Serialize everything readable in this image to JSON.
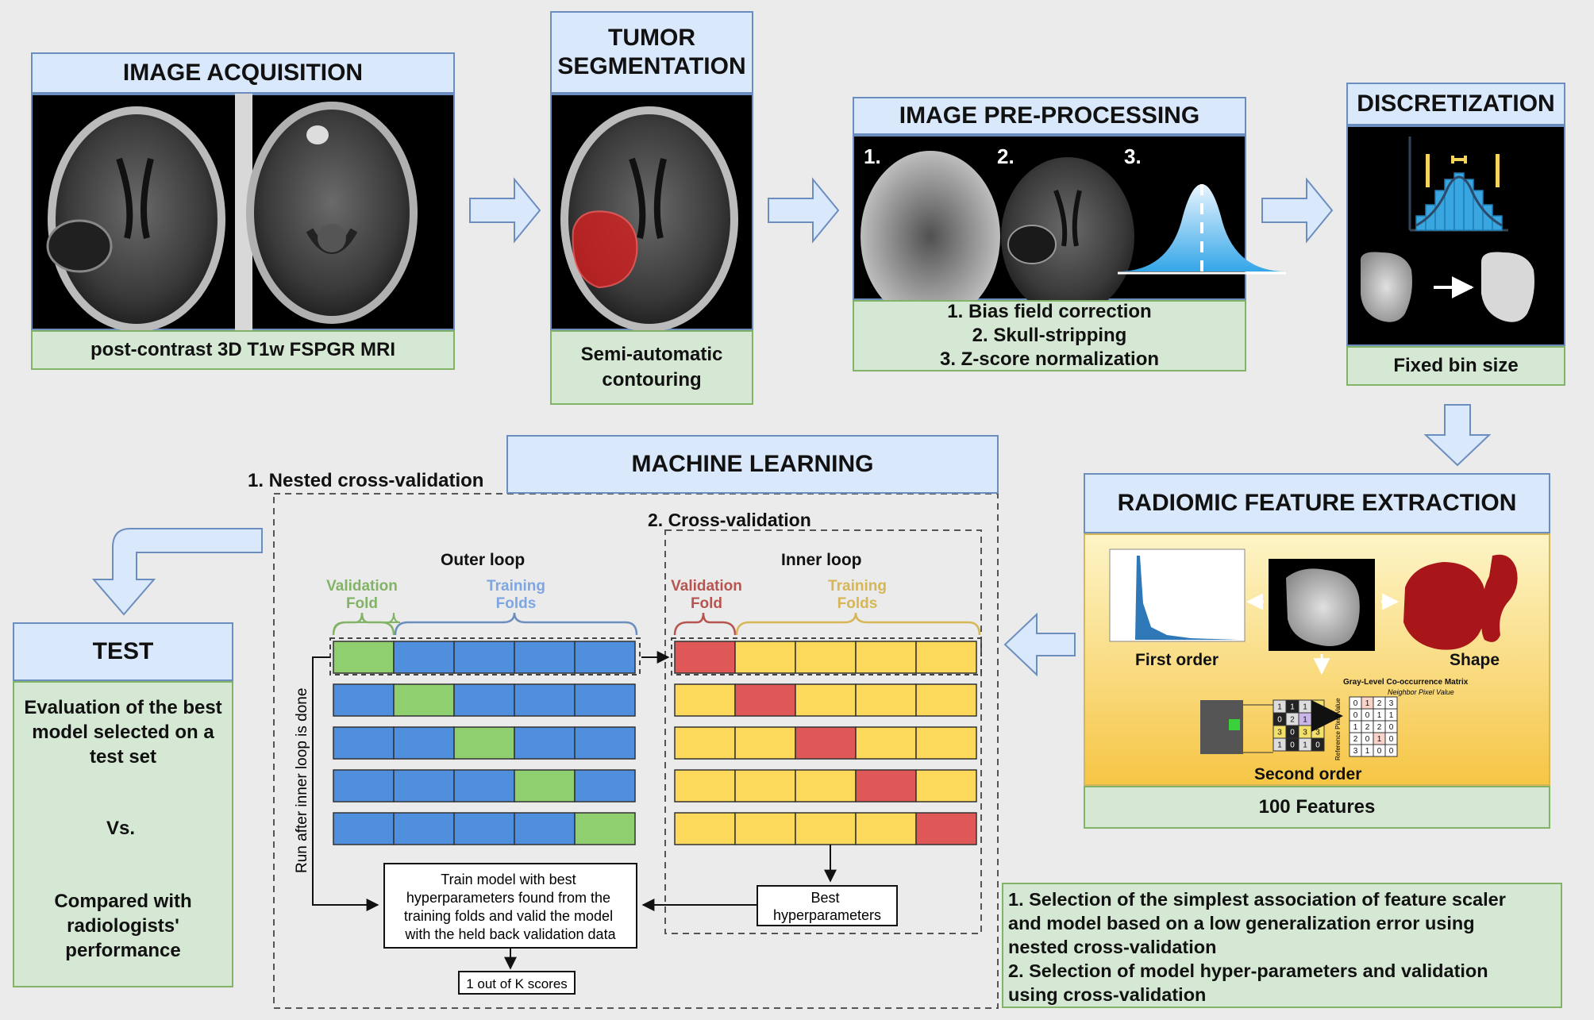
{
  "acquisition": {
    "title": "IMAGE ACQUISITION",
    "caption": "post-contrast 3D T1w FSPGR MRI"
  },
  "segmentation": {
    "title_line1": "TUMOR",
    "title_line2": "SEGMENTATION",
    "caption_line1": "Semi-automatic",
    "caption_line2": "contouring"
  },
  "preprocessing": {
    "title": "IMAGE PRE-PROCESSING",
    "num1": "1.",
    "num2": "2.",
    "num3": "3.",
    "steps": [
      "1. Bias field correction",
      "2. Skull-stripping",
      "3. Z-score normalization"
    ]
  },
  "discretization": {
    "title": "DISCRETIZATION",
    "caption": "Fixed bin size"
  },
  "radiomics": {
    "title": "RADIOMIC FEATURE EXTRACTION",
    "first_order": "First order",
    "shape": "Shape",
    "second_order": "Second order",
    "glcm_title": "Gray-Level Co-occurrence Matrix",
    "neighbor_label": "Neighbor Pixel Value",
    "reference_label": "Reference Pixel Value",
    "caption": "100 Features"
  },
  "ml": {
    "title": "MACHINE LEARNING",
    "nested_label": "1. Nested cross-validation",
    "cv_label": "2. Cross-validation",
    "outer_loop": "Outer loop",
    "inner_loop": "Inner loop",
    "validation_fold_line1": "Validation",
    "validation_fold_line2": "Fold",
    "training_folds_line1": "Training",
    "training_folds_line2": "Folds",
    "run_after": "Run after inner loop is done",
    "train_box": [
      "Train model with best",
      "hyperparameters found from the",
      "training folds and valid the model",
      "with the held back validation data"
    ],
    "best_hyper_line1": "Best",
    "best_hyper_line2": "hyperparameters",
    "k_scores": "1 out of K scores",
    "notes": [
      "1. Selection of the simplest association of feature scaler",
      "and model based on a low generalization error using",
      "nested cross-validation",
      "2. Selection of model hyper-parameters and validation",
      "using cross-validation"
    ]
  },
  "test": {
    "title": "TEST",
    "eval_line1": "Evaluation of the best",
    "eval_line2": "model selected on a",
    "eval_line3": "test set",
    "vs": "Vs.",
    "compared_line1": "Compared with",
    "compared_line2": "radiologists'",
    "compared_line3": "performance"
  },
  "colors": {
    "header_fill": "#dae8fc",
    "header_stroke": "#6c8ebf",
    "green_fill": "#d5e8d4",
    "green_stroke": "#82b366",
    "blue_fold": "#4f8fde",
    "green_fold": "#8fcf6f",
    "yellow_fold": "#fcd95a",
    "red_fold": "#e05757",
    "arrow_fill": "#dae8fc"
  }
}
